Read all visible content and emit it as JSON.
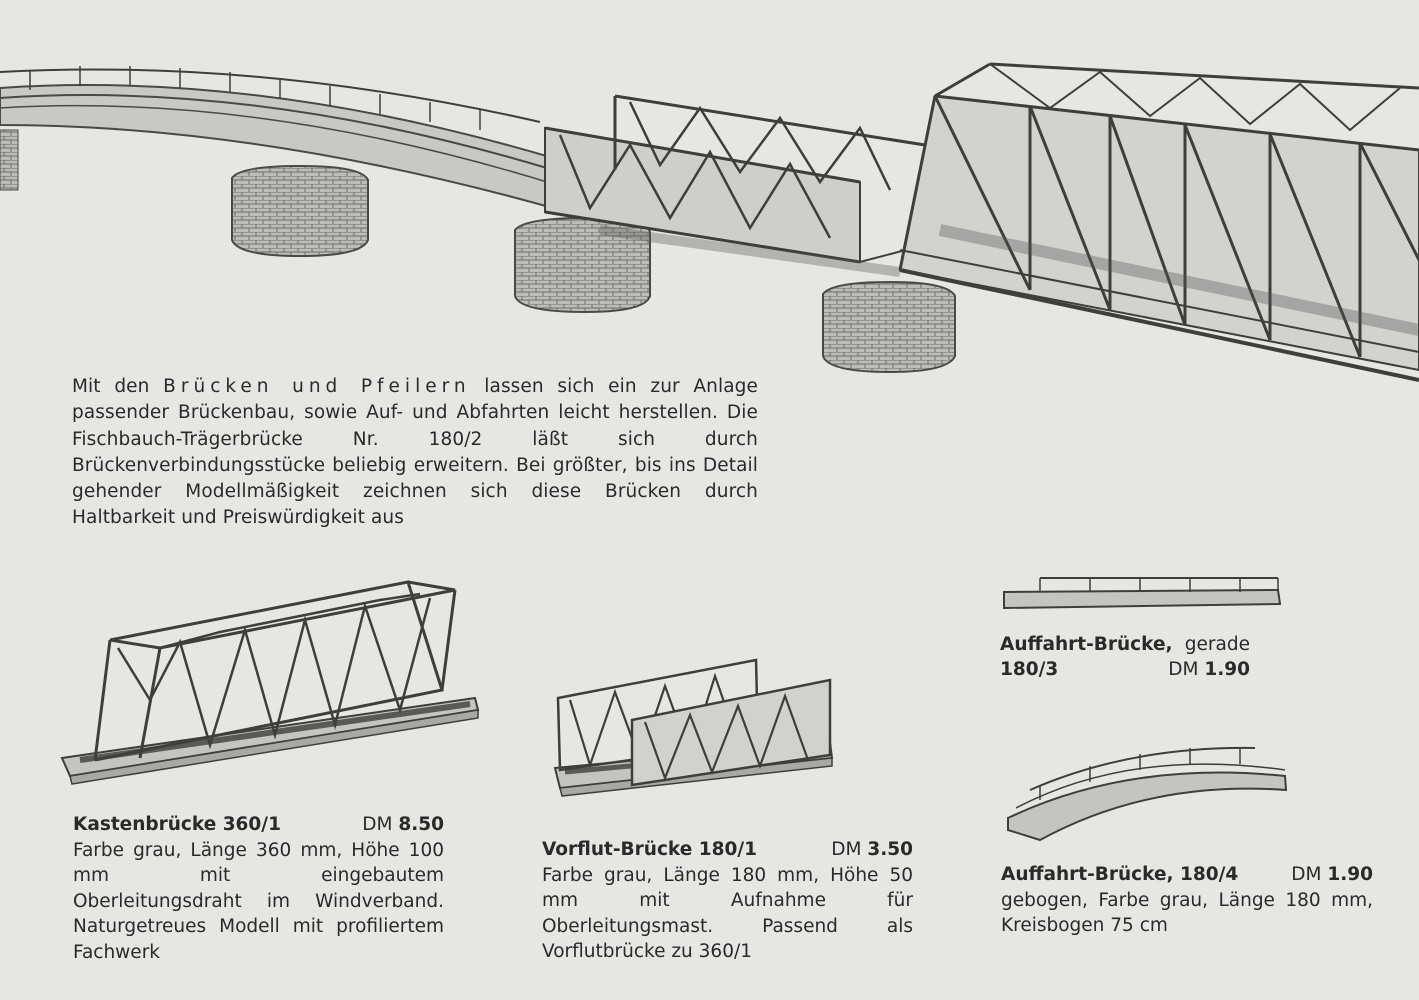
{
  "intro": {
    "part1": "Mit den ",
    "spaced": "Brücken und Pfeilern",
    "part2": " lassen sich ein zur Anlage passender Brückenbau, sowie Auf- und Abfahrten leicht herstellen. Die Fischbauch-Trägerbrücke Nr. 180/2 läßt sich durch Brückenverbindungsstücke beliebig erweitern. Bei größter, bis ins Detail gehender Modellmäßigkeit zeichnen sich diese Brücken durch Haltbarkeit und Preiswürdigkeit aus"
  },
  "products": [
    {
      "name": "Kastenbrücke 360/1",
      "currency": "DM",
      "price": "8.50",
      "desc": "Farbe grau, Länge 360 mm, Höhe 100 mm mit eingebautem Oberleitungsdraht im Windverband. Naturgetreues Modell mit profiliertem Fachwerk"
    },
    {
      "name": "Vorflut-Brücke 180/1",
      "currency": "DM",
      "price": "3.50",
      "desc": "Farbe grau, Länge 180 mm, Höhe 50 mm mit Aufnahme für Oberleitungsmast. Passend als Vorflutbrücke zu 360/1"
    },
    {
      "name": "Auffahrt-Brücke,",
      "variant": "gerade",
      "number": "180/3",
      "currency": "DM",
      "price": "1.90"
    },
    {
      "name": "Auffahrt-Brücke, 180/4",
      "currency": "DM",
      "price": "1.90",
      "desc": "gebogen, Farbe grau, Länge 180 mm, Kreisbogen 75 cm"
    }
  ]
}
